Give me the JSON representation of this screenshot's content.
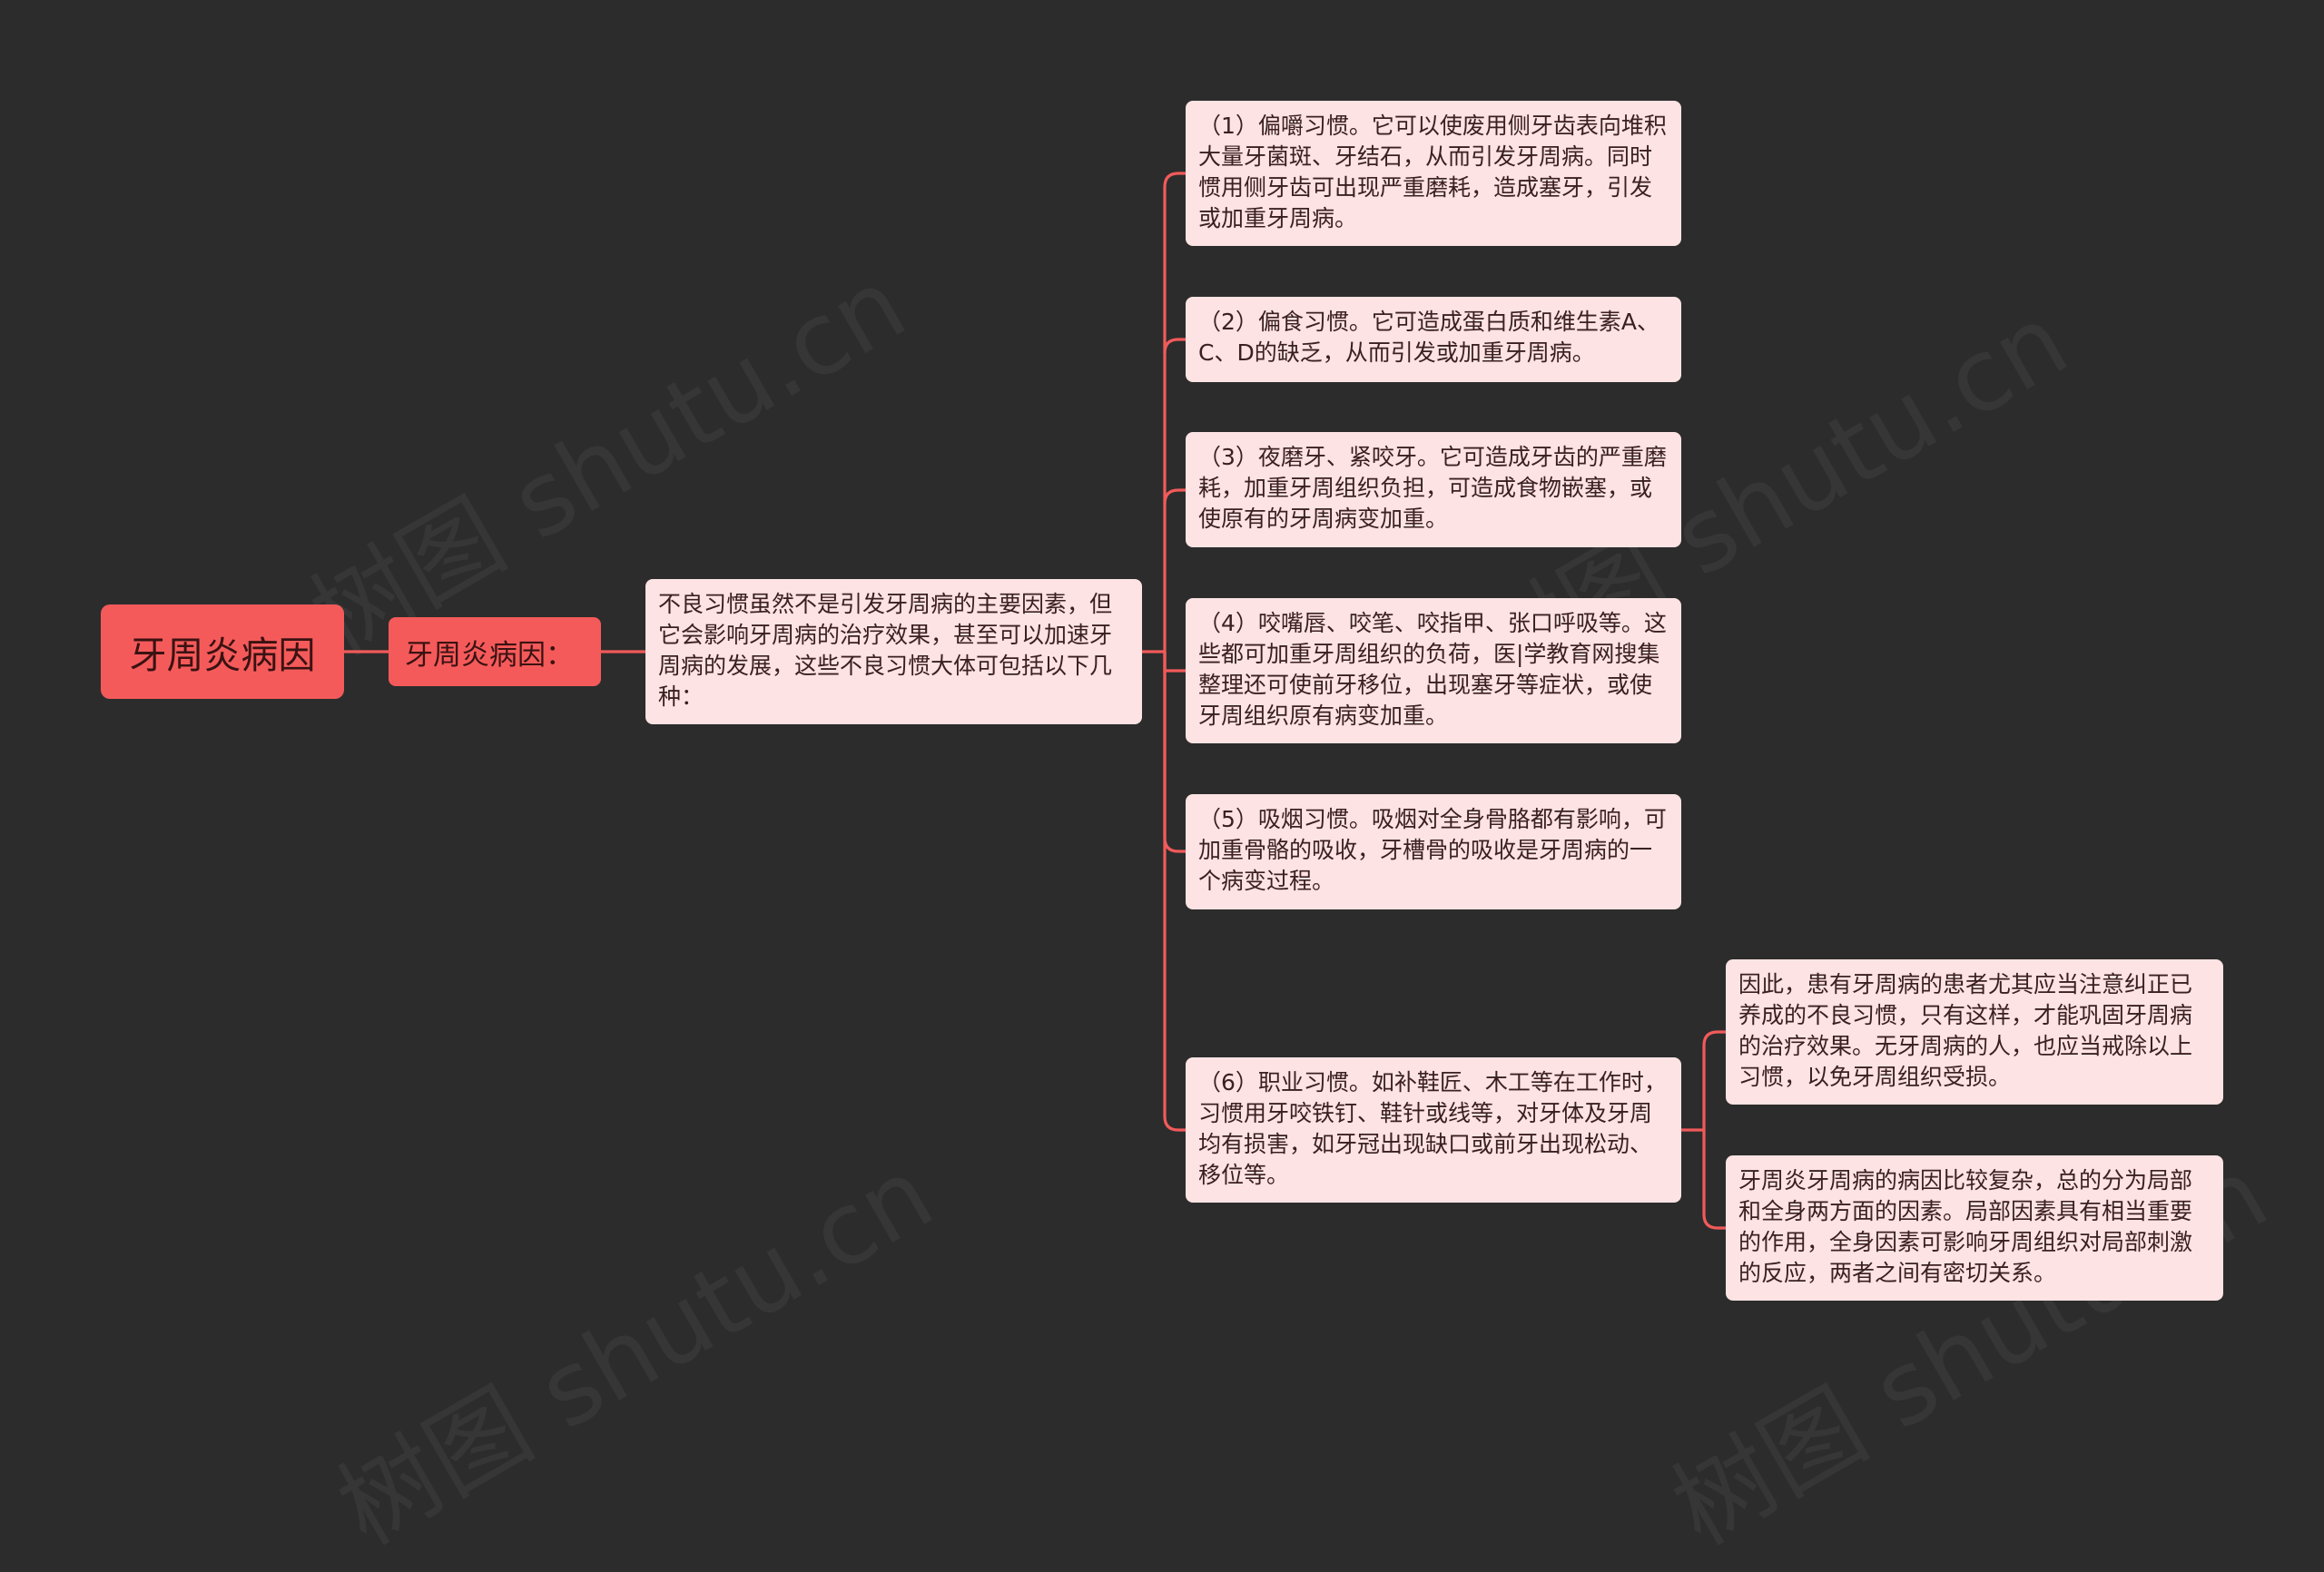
{
  "root": {
    "label": "牙周炎病因"
  },
  "level1": {
    "label": "牙周炎病因："
  },
  "level2": {
    "text": "不良习惯虽然不是引发牙周病的主要因素，但它会影响牙周病的治疗效果，甚至可以加速牙周病的发展，这些不良习惯大体可包括以下几种："
  },
  "habits": [
    {
      "text": "（1）偏嚼习惯。它可以使废用侧牙齿表向堆积大量牙菌斑、牙结石，从而引发牙周病。同时惯用侧牙齿可出现严重磨耗，造成塞牙，引发或加重牙周病。"
    },
    {
      "text": "（2）偏食习惯。它可造成蛋白质和维生素A、C、D的缺乏，从而引发或加重牙周病。"
    },
    {
      "text": "（3）夜磨牙、紧咬牙。它可造成牙齿的严重磨耗，加重牙周组织负担，可造成食物嵌塞，或使原有的牙周病变加重。"
    },
    {
      "text": "（4）咬嘴唇、咬笔、咬指甲、张口呼吸等。这些都可加重牙周组织的负荷，医|学教育网搜集整理还可使前牙移位，出现塞牙等症状，或使牙周组织原有病变加重。"
    },
    {
      "text": "（5）吸烟习惯。吸烟对全身骨胳都有影响，可加重骨骼的吸收，牙槽骨的吸收是牙周病的一个病变过程。"
    },
    {
      "text": "（6）职业习惯。如补鞋匠、木工等在工作时，习惯用牙咬铁钉、鞋针或线等，对牙体及牙周均有损害，如牙冠出现缺口或前牙出现松动、移位等。"
    }
  ],
  "conclusions": [
    {
      "text": "因此，患有牙周病的患者尤其应当注意纠正已养成的不良习惯，只有这样，才能巩固牙周病的治疗效果。无牙周病的人，也应当戒除以上习惯，以免牙周组织受损。"
    },
    {
      "text": "牙周炎牙周病的病因比较复杂，总的分为局部和全身两方面的因素。局部因素具有相当重要的作用，全身因素可影响牙周组织对局部刺激的反应，两者之间有密切关系。"
    }
  ],
  "watermark": "树图 shutu.cn",
  "colors": {
    "background": "#2c2c2c",
    "accent": "#f55a5a",
    "card": "#fde3e3",
    "line": "#f25a5a"
  }
}
